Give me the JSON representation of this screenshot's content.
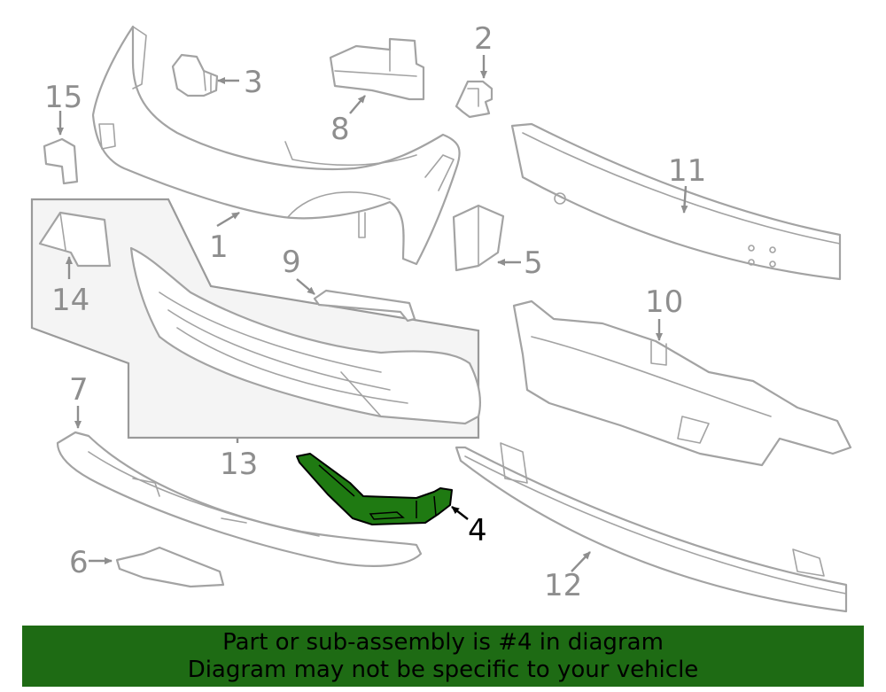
{
  "callouts": [
    {
      "id": "1",
      "label": "1"
    },
    {
      "id": "2",
      "label": "2"
    },
    {
      "id": "3",
      "label": "3"
    },
    {
      "id": "4",
      "label": "4"
    },
    {
      "id": "5",
      "label": "5"
    },
    {
      "id": "6",
      "label": "6"
    },
    {
      "id": "7",
      "label": "7"
    },
    {
      "id": "8",
      "label": "8"
    },
    {
      "id": "9",
      "label": "9"
    },
    {
      "id": "10",
      "label": "10"
    },
    {
      "id": "11",
      "label": "11"
    },
    {
      "id": "12",
      "label": "12"
    },
    {
      "id": "13",
      "label": "13"
    },
    {
      "id": "14",
      "label": "14"
    },
    {
      "id": "15",
      "label": "15"
    }
  ],
  "highlight": {
    "part": "4",
    "color": "#1f7a12"
  },
  "banner": {
    "line1": "Part or sub-assembly is #4 in diagram",
    "line2": "Diagram may not be specific to your vehicle",
    "color": "#1e6b14"
  }
}
